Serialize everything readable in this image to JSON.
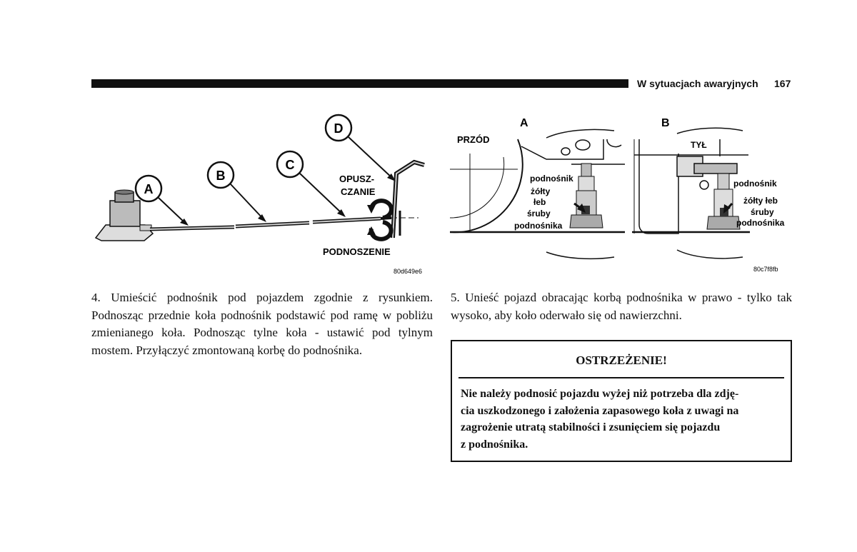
{
  "header": {
    "section_title": "W sytuacjach awaryjnych",
    "page_number": "167"
  },
  "figure_left": {
    "callouts": [
      "A",
      "B",
      "C",
      "D"
    ],
    "label_lower": [
      "OPUSZ-",
      "CZANIE"
    ],
    "label_raise": "PODNOSZENIE",
    "figure_code": "80d649e6"
  },
  "figure_right": {
    "panel_a": {
      "letter": "A",
      "front": "PRZÓD",
      "jack": "podnośnik",
      "bolt": [
        "żółty",
        "łeb",
        "śruby",
        "podnośnika"
      ]
    },
    "panel_b": {
      "letter": "B",
      "rear": "TYŁ",
      "jack": "podnośnik",
      "bolt": [
        "żółty łeb",
        "śruby",
        "podnośnika"
      ]
    },
    "figure_code": "80c7f8fb"
  },
  "step4": {
    "text": "4. Umieścić podnośnik pod pojazdem zgodnie z rysunkiem. Podnosząc przednie koła podnośnik podstawić pod ramę w pobliżu zmienianego koła. Podnosząc tylne koła - ustawić pod tylnym mostem. Przyłączyć zmontowaną korbę do podnośnika."
  },
  "step5": {
    "text": "5. Unieść pojazd obracając korbą podnośnika w prawo - tylko tak wysoko, aby koło oderwało się od nawierzchni."
  },
  "warning": {
    "title": "OSTRZEŻENIE!",
    "lines": [
      "Nie należy podnosić pojazdu wyżej niż potrzeba dla zdję-",
      "cia uszkodzonego i założenia zapasowego koła z uwagi na",
      "zagrożenie utratą stabilności i zsunięciem się pojazdu",
      "z podnośnika."
    ]
  }
}
